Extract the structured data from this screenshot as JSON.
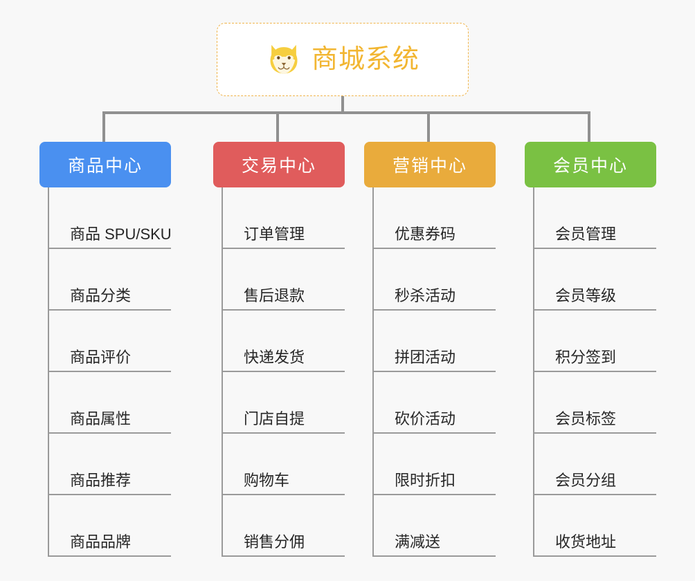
{
  "root": {
    "title": "商城系统",
    "icon": "shiba-dog-avatar",
    "accent_color": "#f2b632",
    "border_color": "#f0b44a",
    "background": "#ffffff"
  },
  "canvas": {
    "background_color": "#f8f8f8",
    "line_color": "#909090"
  },
  "branches": [
    {
      "title": "商品中心",
      "color": "#4a90f0",
      "items": [
        "商品 SPU/SKU",
        "商品分类",
        "商品评价",
        "商品属性",
        "商品推荐",
        "商品品牌"
      ]
    },
    {
      "title": "交易中心",
      "color": "#e05c5c",
      "items": [
        "订单管理",
        "售后退款",
        "快递发货",
        "门店自提",
        "购物车",
        "销售分佣"
      ]
    },
    {
      "title": "营销中心",
      "color": "#e9ab3c",
      "items": [
        "优惠券码",
        "秒杀活动",
        "拼团活动",
        "砍价活动",
        "限时折扣",
        "满减送"
      ]
    },
    {
      "title": "会员中心",
      "color": "#7ac143",
      "items": [
        "会员管理",
        "会员等级",
        "积分签到",
        "会员标签",
        "会员分组",
        "收货地址"
      ]
    }
  ]
}
